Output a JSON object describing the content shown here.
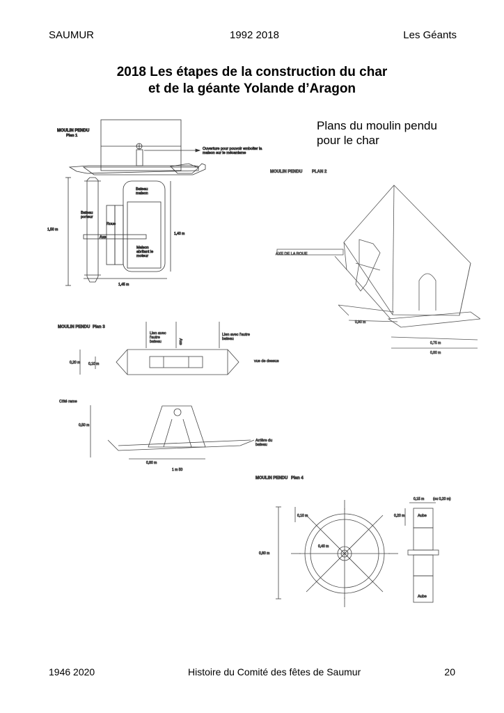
{
  "header": {
    "left": "SAUMUR",
    "center": "1992 2018",
    "right": "Les Géants"
  },
  "title": {
    "line1": "2018 Les étapes de la construction du char",
    "line2": "et de la géante Yolande d’Aragon"
  },
  "caption": {
    "line1": "Plans du moulin pendu",
    "line2": "pour le char"
  },
  "plan1": {
    "title": "MOULIN PENDU",
    "subtitle": "Plan 1",
    "note_line1": "Ouverture pour pouvoir emboiter la",
    "note_line2": "maison sur le mécanisme",
    "bateau_porteur_1": "Bateau",
    "bateau_porteur_2": "porteur",
    "bateau_maison_1": "Bateau",
    "bateau_maison_2": "maison",
    "roue": "Roue",
    "axe": "Axe",
    "maison_1": "Maison",
    "maison_2": "abritant le",
    "maison_3": "moteur",
    "dim_left": "1,50 m",
    "dim_right": "1,40 m",
    "dim_bottom": "1,45 m"
  },
  "plan2": {
    "title": "MOULIN PENDU",
    "subtitle": "PLAN 2",
    "axe_label": "AXE DE LA ROUE",
    "dim1": "0,90 m",
    "dim2": "0,75 m",
    "dim3": "0,80 m"
  },
  "plan3": {
    "title": "MOULIN PENDU",
    "subtitle": "Plan 3",
    "lien1_1": "Lien avec",
    "lien1_2": "l'autre",
    "lien1_3": "bateau",
    "axe": "Axe",
    "lien2_1": "Lien avec l'autre",
    "lien2_2": "bateau",
    "vue_dessus": "vue de dessus",
    "dim_a": "0,20 m",
    "dim_b": "0,10 m",
    "cote_rame": "Côté rame",
    "dim_h": "0,50 m",
    "arriere_1": "Arrière du",
    "arriere_2": "bateau",
    "dim_c": "0,80 m",
    "dim_d": "1 m 50"
  },
  "plan4": {
    "title": "MOULIN PENDU",
    "subtitle": "Plan 4",
    "dim_small": "0,10 m",
    "dim_radius": "0,40 m",
    "dim_height": "0,80 m",
    "dim_top": "0,15 m",
    "dim_top_note": "(ou 0,20 m)",
    "dim_side": "0,20 m",
    "aube1": "Aube",
    "aube2": "Aube"
  },
  "footer": {
    "left": "1946 2020",
    "center": "Histoire du Comité des fêtes de Saumur",
    "right": "20"
  }
}
